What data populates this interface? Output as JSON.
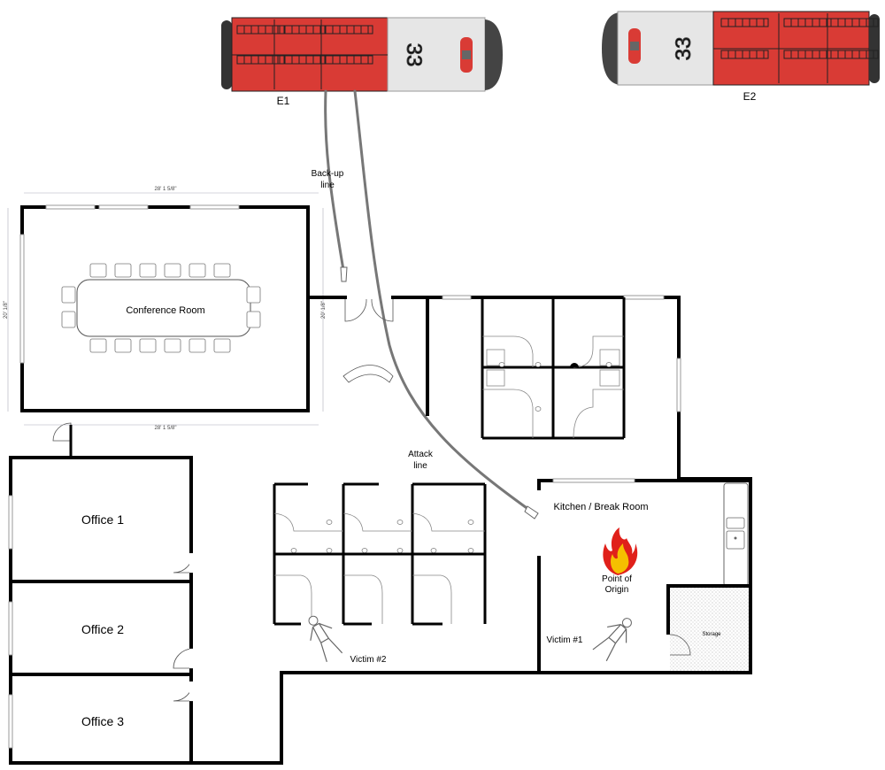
{
  "rooms": {
    "conference": "Conference Room",
    "office1": "Office 1",
    "office2": "Office 2",
    "office3": "Office 3",
    "kitchen": "Kitchen / Break Room",
    "storage": "Storage"
  },
  "dimensions": {
    "conf_width_top": "28' 1 5/8\"",
    "conf_width_bottom": "28' 1 5/8\"",
    "conf_height_left": "20' 1/8\"",
    "conf_height_right": "20' 1/8\""
  },
  "vehicles": {
    "e1": {
      "label": "E1",
      "number": "33"
    },
    "e2": {
      "label": "E2",
      "number": "33"
    }
  },
  "hoses": {
    "backup": [
      "Back-up",
      "line"
    ],
    "attack": [
      "Attack",
      "line"
    ]
  },
  "fire": {
    "label": [
      "Point of",
      "Origin"
    ]
  },
  "victims": {
    "v1": "Victim #1",
    "v2": "Victim #2"
  },
  "colors": {
    "truck_red": "#d93b35",
    "truck_white": "#e6e6e6",
    "hose": "#777777",
    "flame_outer": "#e0201a",
    "flame_inner": "#f5c000"
  }
}
